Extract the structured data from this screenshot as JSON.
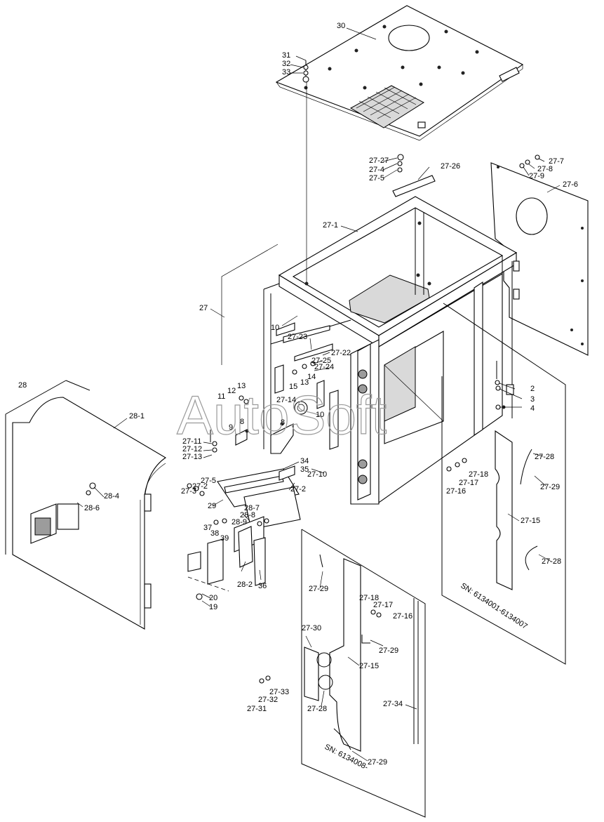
{
  "watermark": "AutoSoft",
  "serial_notes": {
    "upper": "SN: 6134001-6134007",
    "lower": "SN: 6134008-"
  },
  "callouts": [
    {
      "id": "c30",
      "label": "30"
    },
    {
      "id": "c31",
      "label": "31"
    },
    {
      "id": "c32",
      "label": "32"
    },
    {
      "id": "c33",
      "label": "33"
    },
    {
      "id": "c27-27",
      "label": "27-27"
    },
    {
      "id": "c27-4",
      "label": "27-4"
    },
    {
      "id": "c27-5",
      "label": "27-5"
    },
    {
      "id": "c27-26",
      "label": "27-26"
    },
    {
      "id": "c27-7",
      "label": "27-7"
    },
    {
      "id": "c27-8",
      "label": "27-8"
    },
    {
      "id": "c27-9",
      "label": "27-9"
    },
    {
      "id": "c27-6",
      "label": "27-6"
    },
    {
      "id": "c27-1",
      "label": "27-1"
    },
    {
      "id": "c27",
      "label": "27"
    },
    {
      "id": "c10a",
      "label": "10"
    },
    {
      "id": "c27-23",
      "label": "27-23"
    },
    {
      "id": "c27-22",
      "label": "27-22"
    },
    {
      "id": "c27-25",
      "label": "27-25"
    },
    {
      "id": "c27-24",
      "label": "27-24"
    },
    {
      "id": "c14a",
      "label": "14"
    },
    {
      "id": "c13a",
      "label": "13"
    },
    {
      "id": "c15",
      "label": "15"
    },
    {
      "id": "c13b",
      "label": "13"
    },
    {
      "id": "c14b",
      "label": "14"
    },
    {
      "id": "c12",
      "label": "12"
    },
    {
      "id": "c11",
      "label": "11"
    },
    {
      "id": "c27-14",
      "label": "27-14"
    },
    {
      "id": "c10b",
      "label": "10"
    },
    {
      "id": "c9",
      "label": "9"
    },
    {
      "id": "c8a",
      "label": "8"
    },
    {
      "id": "c8b",
      "label": "8"
    },
    {
      "id": "c2",
      "label": "2"
    },
    {
      "id": "c3",
      "label": "3"
    },
    {
      "id": "c4",
      "label": "4"
    },
    {
      "id": "c28",
      "label": "28"
    },
    {
      "id": "c28-1",
      "label": "28-1"
    },
    {
      "id": "c27-11",
      "label": "27-11"
    },
    {
      "id": "c27-12",
      "label": "27-12"
    },
    {
      "id": "c27-13",
      "label": "27-13"
    },
    {
      "id": "c34",
      "label": "34"
    },
    {
      "id": "c35",
      "label": "35"
    },
    {
      "id": "c27-10",
      "label": "27-10"
    },
    {
      "id": "c27-5b",
      "label": "27-5"
    },
    {
      "id": "c27-2a",
      "label": "27-2"
    },
    {
      "id": "c27-3",
      "label": "27-3"
    },
    {
      "id": "c29",
      "label": "29"
    },
    {
      "id": "c27-2b",
      "label": "27-2"
    },
    {
      "id": "c28-4",
      "label": "28-4"
    },
    {
      "id": "c28-6",
      "label": "28-6"
    },
    {
      "id": "c28-7",
      "label": "28-7"
    },
    {
      "id": "c28-8",
      "label": "28-8"
    },
    {
      "id": "c28-9",
      "label": "28-9"
    },
    {
      "id": "c37",
      "label": "37"
    },
    {
      "id": "c38",
      "label": "38"
    },
    {
      "id": "c39",
      "label": "39"
    },
    {
      "id": "c28-2",
      "label": "28-2"
    },
    {
      "id": "c36",
      "label": "36"
    },
    {
      "id": "c20",
      "label": "20"
    },
    {
      "id": "c19",
      "label": "19"
    },
    {
      "id": "c27-18a",
      "label": "27-18"
    },
    {
      "id": "c27-17a",
      "label": "27-17"
    },
    {
      "id": "c27-16a",
      "label": "27-16"
    },
    {
      "id": "c27-28a",
      "label": "27-28"
    },
    {
      "id": "c27-29a",
      "label": "27-29"
    },
    {
      "id": "c27-15a",
      "label": "27-15"
    },
    {
      "id": "c27-28b",
      "label": "27-28"
    },
    {
      "id": "c27-29b",
      "label": "27-29"
    },
    {
      "id": "c27-18b",
      "label": "27-18"
    },
    {
      "id": "c27-17b",
      "label": "27-17"
    },
    {
      "id": "c27-16b",
      "label": "27-16"
    },
    {
      "id": "c27-30",
      "label": "27-30"
    },
    {
      "id": "c27-29c",
      "label": "27-29"
    },
    {
      "id": "c27-15b",
      "label": "27-15"
    },
    {
      "id": "c27-33",
      "label": "27-33"
    },
    {
      "id": "c27-32",
      "label": "27-32"
    },
    {
      "id": "c27-31",
      "label": "27-31"
    },
    {
      "id": "c27-28c",
      "label": "27-28"
    },
    {
      "id": "c27-34",
      "label": "27-34"
    },
    {
      "id": "c27-29d",
      "label": "27-29"
    }
  ]
}
